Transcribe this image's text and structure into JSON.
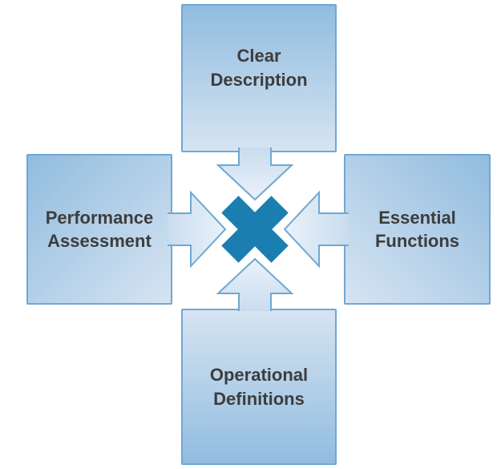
{
  "diagram_title": "Convergence diagram of four elements pointing to a central X",
  "boxes": {
    "top": {
      "line1": "Clear",
      "line2": "Description"
    },
    "left": {
      "line1": "Performance",
      "line2": "Assessment"
    },
    "right": {
      "line1": "Essential",
      "line2": "Functions"
    },
    "bottom": {
      "line1": "Operational",
      "line2": "Definitions"
    }
  },
  "center": {
    "icon": "x-cross-icon"
  },
  "colors": {
    "box_border": "#71a7d3",
    "box_grad_dark": "#91bcdf",
    "box_grad_light": "#d6e4f2",
    "arrow_stroke": "#6fa8d2",
    "arrow_fill_base": "#c9dcef",
    "arrow_fill_tip": "#eaf2f9",
    "center_x": "#1a7eb0",
    "text_color": "#3d3d3d"
  }
}
